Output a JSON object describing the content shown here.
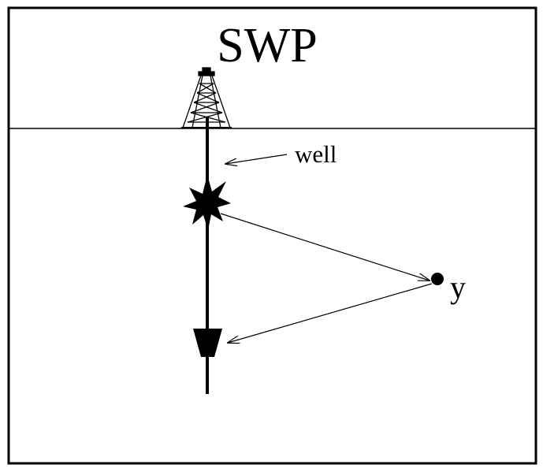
{
  "diagram": {
    "title": "SWP",
    "well_label": "well",
    "point_label": "y"
  }
}
